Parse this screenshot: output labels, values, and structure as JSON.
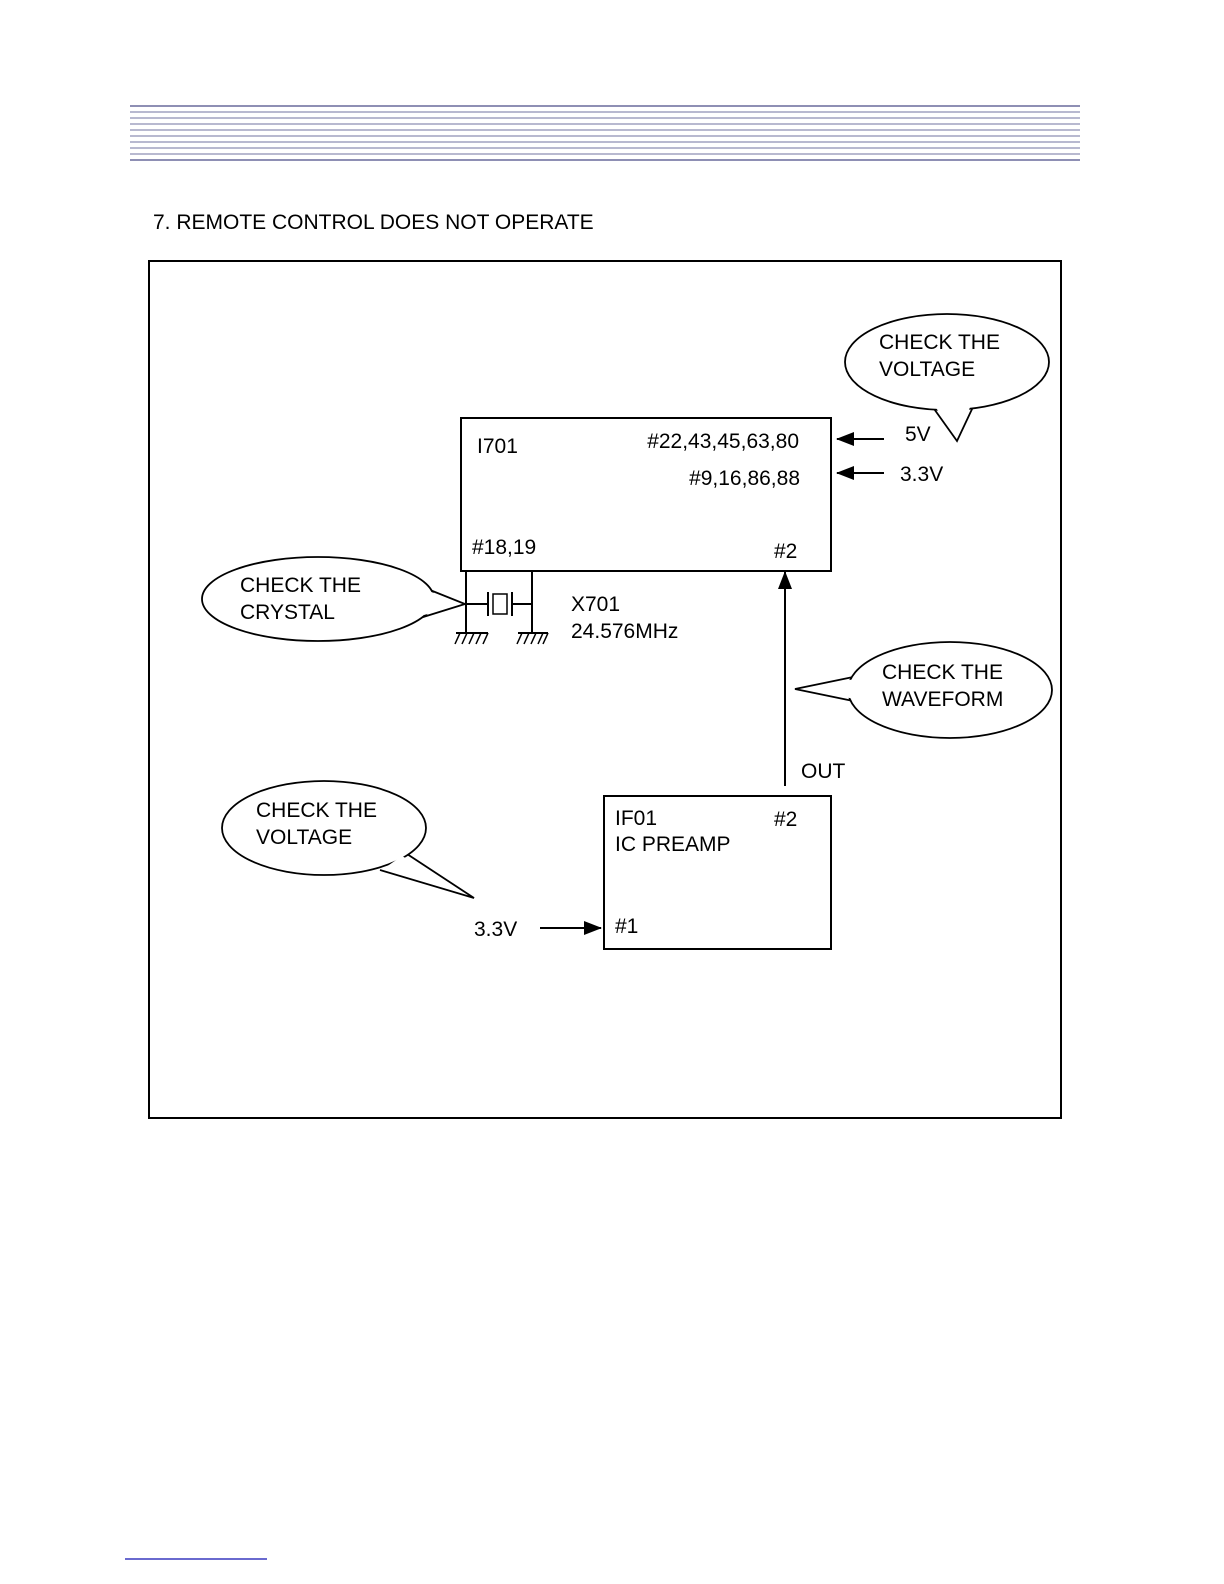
{
  "section_title": "7. REMOTE CONTROL DOES NOT OPERATE",
  "colors": {
    "header_rule": "#8e8fb4",
    "footer_rule": "#6a6acf",
    "ink": "#000000"
  },
  "ic_main": {
    "ref": "I701",
    "pins_5v": "#22,43,45,63,80",
    "pins_3v3": "#9,16,86,88",
    "pins_crystal": "#18,19",
    "pin_input": "#2"
  },
  "supply_main": {
    "v5": "5V",
    "v3_3": "3.3V"
  },
  "crystal": {
    "ref": "X701",
    "frequency": "24.576MHz"
  },
  "preamp": {
    "ref": "IF01",
    "name": "IC PREAMP",
    "pin_out": "#2",
    "pin_in": "#1",
    "out_label": "OUT",
    "supply": "3.3V"
  },
  "callouts": {
    "voltage_top": [
      "CHECK THE",
      "VOLTAGE"
    ],
    "crystal": [
      "CHECK THE",
      "CRYSTAL"
    ],
    "waveform": [
      "CHECK THE",
      "WAVEFORM"
    ],
    "voltage_bottom": [
      "CHECK THE",
      "VOLTAGE"
    ]
  }
}
